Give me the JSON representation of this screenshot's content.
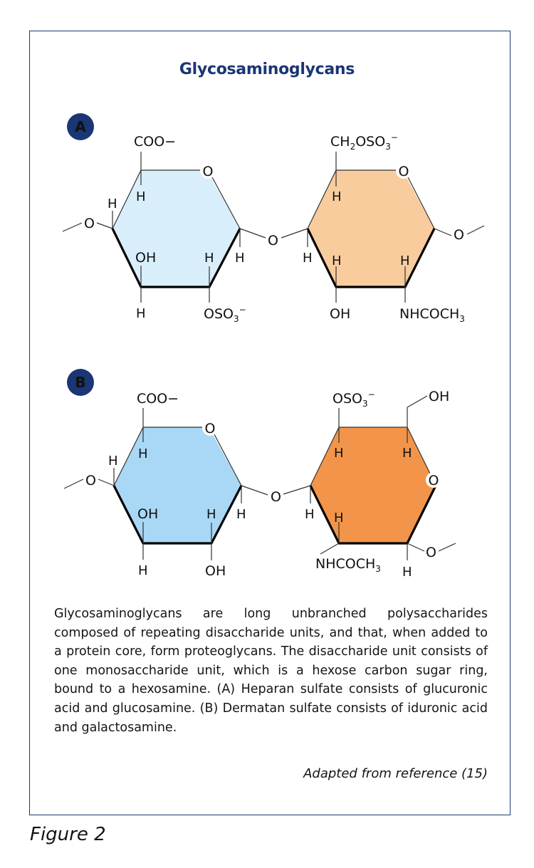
{
  "title": "Glycosaminoglycans",
  "colors": {
    "border": "#1e3a6e",
    "title": "#1b3575",
    "badge": "#1b3575",
    "ring_a_left": "#d9eefb",
    "ring_a_right": "#f9cc9e",
    "ring_b_left": "#a8d8f6",
    "ring_b_right": "#f2954a"
  },
  "panel_a": {
    "badge": "A",
    "left_ring": {
      "top_group": "COO−",
      "ring_oxygen": "O",
      "h_c5": "H",
      "h_c4": "H",
      "oh_c3": "OH",
      "h_c3": "H",
      "h_c2": "H",
      "h_c1": "H",
      "bottom_group_main": "OSO",
      "bottom_group_sub": "3",
      "bottom_group_sup": "−",
      "link_oxygen_left": "O"
    },
    "glycosidic_oxygen": "O",
    "right_ring": {
      "top_group_main": "CH",
      "top_group_sub": "2",
      "top_group_mid": "OSO",
      "top_group_sub2": "3",
      "top_group_sup": "−",
      "ring_oxygen": "O",
      "h_c5": "H",
      "h_c4": "H",
      "h_c3": "H",
      "h_c2": "H",
      "oh_c3": "OH",
      "bottom_group_main": "NHCOCH",
      "bottom_group_sub": "3",
      "link_oxygen_right": "O"
    }
  },
  "panel_b": {
    "badge": "B",
    "left_ring": {
      "top_group": "COO−",
      "ring_oxygen": "O",
      "h_c5": "H",
      "h_c4": "H",
      "oh_c3": "OH",
      "h_c3": "H",
      "h_c2": "H",
      "h_c1": "H",
      "oh_bottom": "OH",
      "link_oxygen_left": "O"
    },
    "glycosidic_oxygen": "O",
    "right_ring": {
      "top_group_main": "OSO",
      "top_group_sub": "3",
      "top_group_sup": "−",
      "top_right_group": "OH",
      "ring_oxygen": "O",
      "h_c4": "H",
      "h_c5": "H",
      "h_c1": "H",
      "h_c2": "H",
      "h_bottom": "H",
      "bottom_group_main": "NHCOCH",
      "bottom_group_sub": "3",
      "link_oxygen_right": "O"
    }
  },
  "caption": "Glycosaminoglycans are long unbranched polysaccharides composed of repeating disaccharide units, and that, when added to a protein core, form proteoglycans. The disaccharide unit consists of one monosaccharide unit, which is a hexose carbon sugar ring, bound to a hexosamine. (A) Heparan sulfate consists of glucuronic acid and glucosamine. (B) Dermatan sulfate consists of iduronic acid and galactosamine.",
  "source": "Adapted from reference (15)",
  "figure_label": "Figure 2"
}
